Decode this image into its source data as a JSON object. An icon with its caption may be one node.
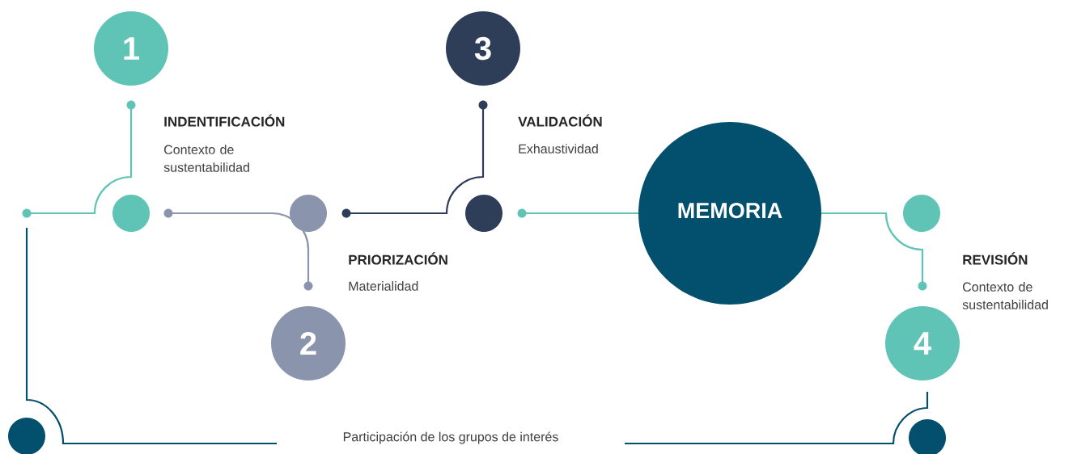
{
  "diagram": {
    "nodes": [
      {
        "text": [
          "1"
        ]
      },
      {
        "text": [
          "3"
        ]
      },
      {
        "text": [],
        "shape": "circle"
      },
      {
        "text": [],
        "shape": "circle"
      },
      {
        "text": [],
        "shape": "circle"
      },
      {
        "text": [
          "MEMORIA"
        ]
      },
      {
        "text": [],
        "shape": "circle"
      },
      {
        "text": [
          "2"
        ]
      },
      {
        "text": [
          "4"
        ]
      },
      {
        "text": [],
        "shape": "circle"
      },
      {
        "text": [],
        "shape": "circle"
      }
    ],
    "labels": [
      "INDENTIFICACIÓN",
      "Contexto de sustentabilidad",
      "VALIDACIÓN",
      "Exhaustividad",
      "PRIORIZACIÓN",
      "Materialidad",
      "REVISIÓN",
      "Contexto de sustentabilidad",
      "Participación de los grupos de interés"
    ]
  }
}
